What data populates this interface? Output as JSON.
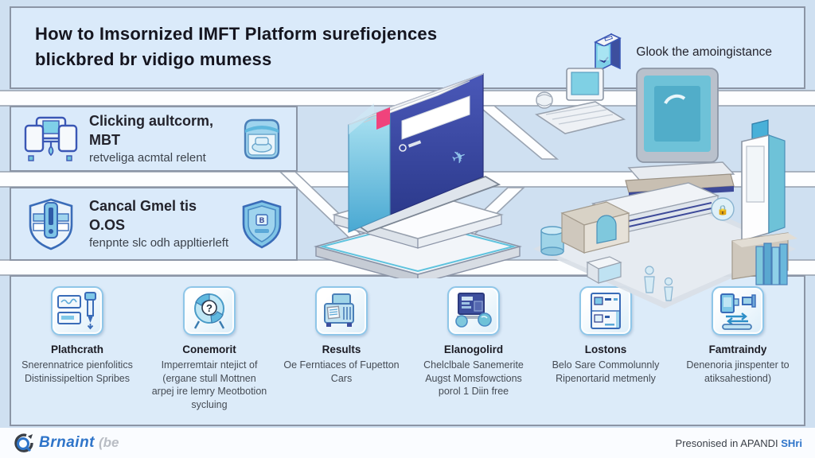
{
  "page": {
    "background_color": "#cfe0f1",
    "panel_color": "#daeafa",
    "band_color": "#fdfeff",
    "border_color": "#8b95a5",
    "accent_blue": "#2e74c9",
    "accent_cyan": "#6ec2d8",
    "accent_navy": "#3d4f9e",
    "accent_pink": "#f0437c"
  },
  "header": {
    "title_line1": "How to Imsornized IMFT Platform surefiojences",
    "title_line2": "blickbred br vidigo mumess",
    "right_icon": "book-box-icon",
    "right_label": "Glook the amoingistance"
  },
  "left_boxes": [
    {
      "left_icon": "workstation-icon",
      "right_icon": "cube-device-icon",
      "line1": "Clicking aultcorm, MBT",
      "line2": "retveliga acmtal relent"
    },
    {
      "left_icon": "shield-machine-icon",
      "right_icon": "shield-b-icon",
      "line1": "Cancal Gmel tis O.OS",
      "line2": "fenpnte slc odh appltierleft"
    }
  ],
  "bottom_items": [
    {
      "icon": "form-pen-icon",
      "title": "Plathcrath",
      "desc": "Snerennatrice pienfolitics Distinissipeltion Spribes"
    },
    {
      "icon": "aperture-question-icon",
      "title": "Conemorit",
      "desc": "Imperremtair ntejict of (ergane stull Mottnen arpej ire lemry Meotbotion sycluing"
    },
    {
      "icon": "machine-printer-icon",
      "title": "Results",
      "desc": "Oe Ferntiaces of Fupetton Cars"
    },
    {
      "icon": "monitor-spheres-icon",
      "title": "Elanogolird",
      "desc": "Chelclbale Sanemerite Augst Momsfowctions porol 1 Diin free"
    },
    {
      "icon": "list-panel-icon",
      "title": "Lostons",
      "desc": "Belo Sare Commolunnly Ripenortarid metmenly"
    },
    {
      "icon": "device-transfer-icon",
      "title": "Famtraindy",
      "desc": "Denenoria jinspenter to atiksahestiond)"
    }
  ],
  "footer": {
    "logo_icon": "brand-logo-icon",
    "brand": "Brnaint",
    "brand_suffix": "(be",
    "credit": "Presonised in APANDI ",
    "credit_highlight": "SHri"
  }
}
